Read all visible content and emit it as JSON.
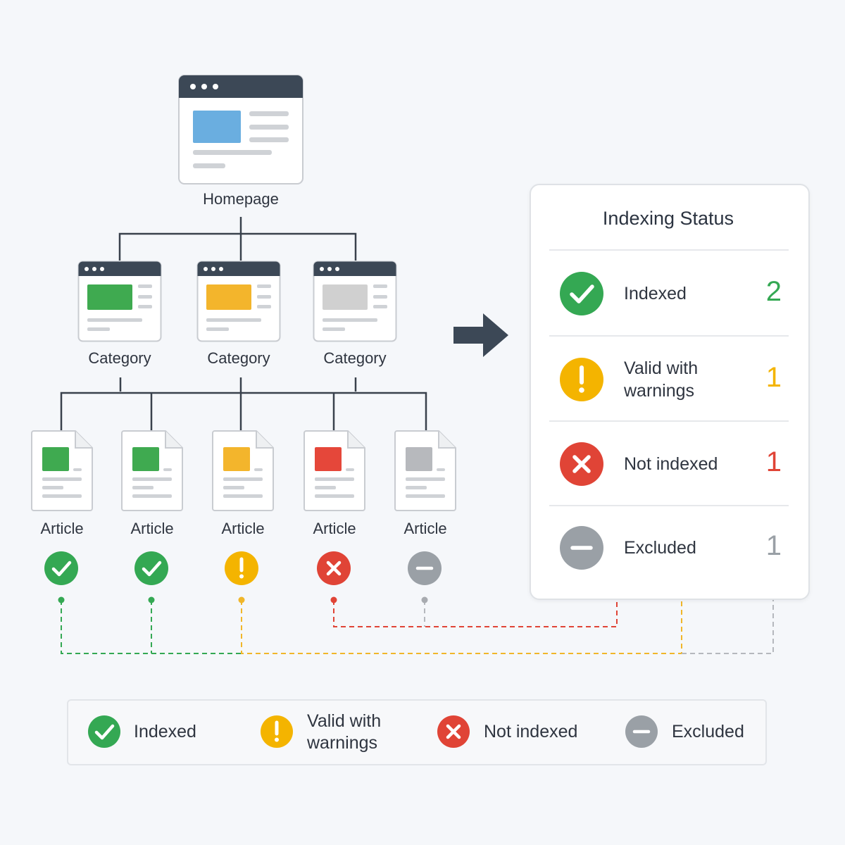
{
  "tree": {
    "homepage": {
      "label": "Homepage"
    },
    "categories": [
      {
        "label": "Category",
        "accent": "#3faa50"
      },
      {
        "label": "Category",
        "accent": "#f3b52c"
      },
      {
        "label": "Category",
        "accent": "#d0d0d0"
      }
    ],
    "articles": [
      {
        "label": "Article",
        "status": "indexed",
        "accent": "#3faa50"
      },
      {
        "label": "Article",
        "status": "indexed",
        "accent": "#3faa50"
      },
      {
        "label": "Article",
        "status": "valid-with-warnings",
        "accent": "#f3b52c"
      },
      {
        "label": "Article",
        "status": "not-indexed",
        "accent": "#e5473a"
      },
      {
        "label": "Article",
        "status": "excluded",
        "accent": "#b7b9bd"
      }
    ]
  },
  "panel": {
    "title": "Indexing Status",
    "rows": [
      {
        "status": "indexed",
        "label": "Indexed",
        "count": "2",
        "color": "#34a853"
      },
      {
        "status": "valid-with-warnings",
        "label_line1": "Valid with",
        "label_line2": "warnings",
        "count": "1",
        "color": "#f4b400"
      },
      {
        "status": "not-indexed",
        "label": "Not indexed",
        "count": "1",
        "color": "#e04436"
      },
      {
        "status": "excluded",
        "label": "Excluded",
        "count": "1",
        "color": "#9aa0a6"
      }
    ]
  },
  "legend": {
    "items": [
      {
        "status": "indexed",
        "label": "Indexed"
      },
      {
        "status": "valid-with-warnings",
        "label_line1": "Valid with",
        "label_line2": "warnings"
      },
      {
        "status": "not-indexed",
        "label": "Not indexed"
      },
      {
        "status": "excluded",
        "label": "Excluded"
      }
    ]
  },
  "colors": {
    "indexed": "#34a853",
    "warning": "#f4b400",
    "not_indexed": "#e04436",
    "excluded": "#9aa0a6",
    "browser_bar": "#3c4856",
    "homepage_accent": "#6aaee0",
    "arrow": "#3c4856"
  },
  "icons": {
    "indexed": "check-circle-icon",
    "warning": "exclamation-circle-icon",
    "not_indexed": "x-circle-icon",
    "excluded": "minus-circle-icon"
  }
}
